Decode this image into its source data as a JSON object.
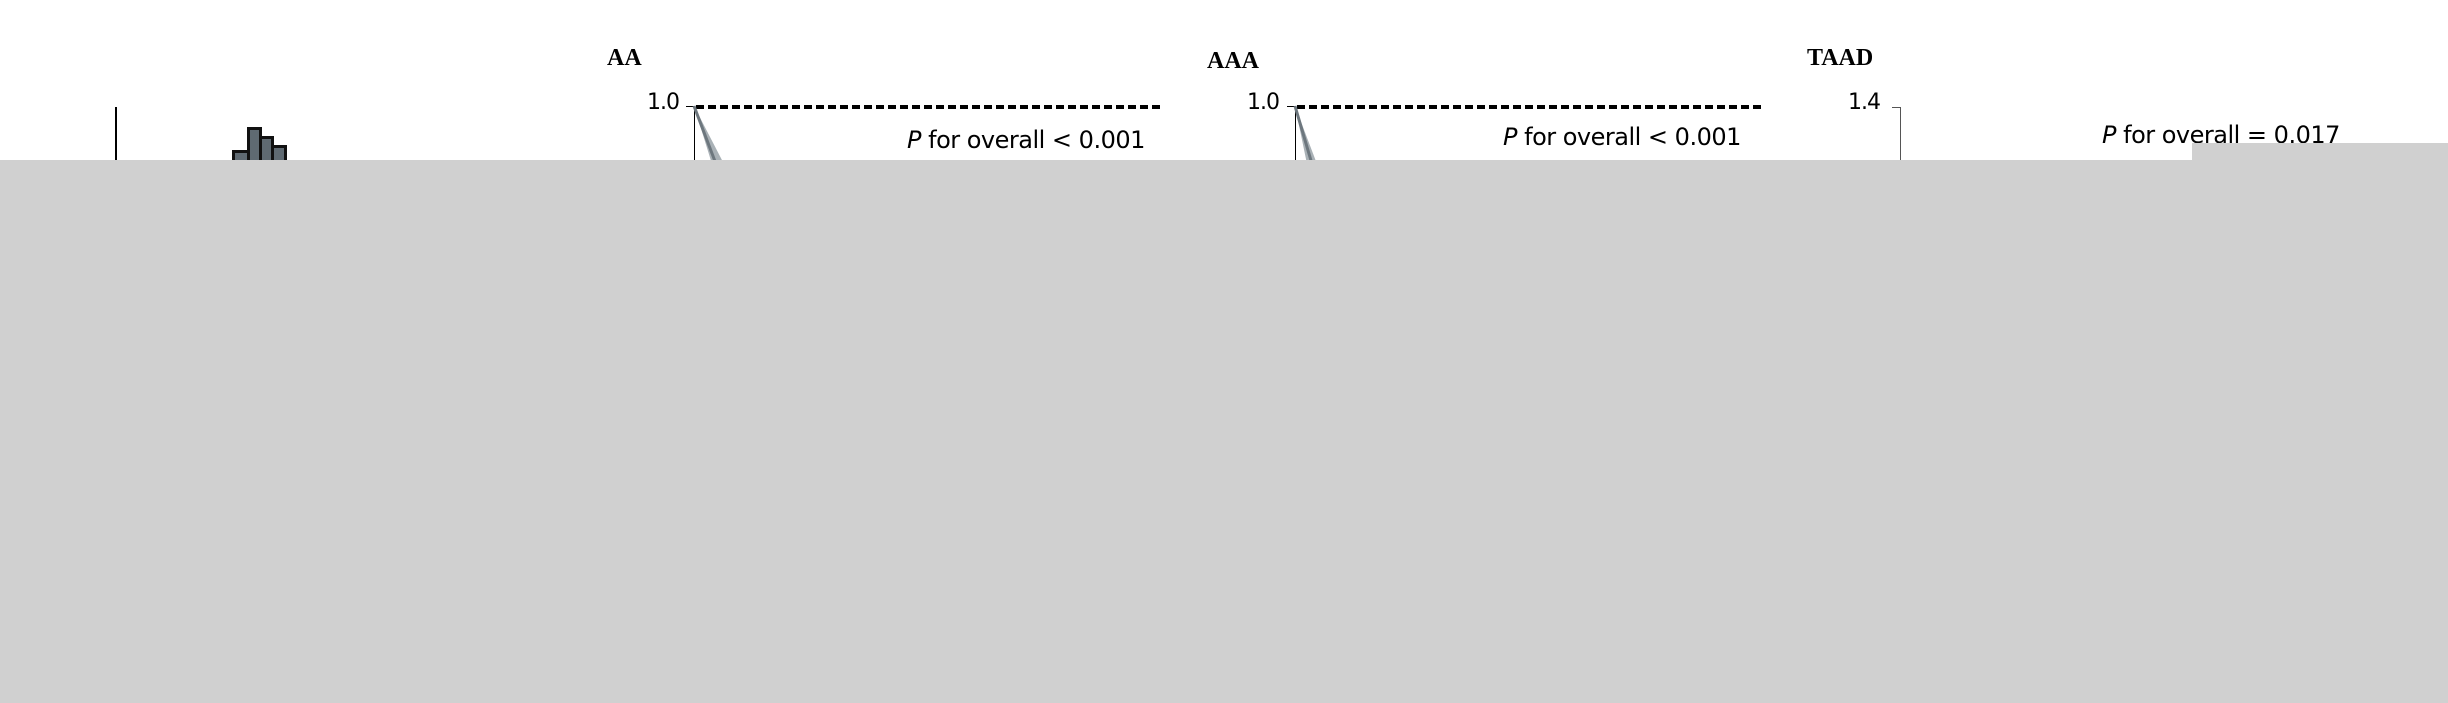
{
  "chart_data": [
    {
      "type": "bar",
      "title": "",
      "description": "Histogram panel (left), mostly occluded",
      "visible_bars": 4,
      "values": [],
      "xlabel": "",
      "ylabel": ""
    },
    {
      "type": "line",
      "title": "AA",
      "ytick_top": "1.0",
      "reference_line": 1.0,
      "reference_line_style": "dashed",
      "annotation": {
        "italic": "P",
        "text": " for overall < 0.001"
      },
      "series": [],
      "xlabel": "",
      "ylabel": ""
    },
    {
      "type": "line",
      "title": "AAA",
      "ytick_top": "1.0",
      "reference_line": 1.0,
      "reference_line_style": "dashed",
      "annotation": {
        "italic": "P",
        "text": " for overall < 0.001"
      },
      "series": [],
      "xlabel": "",
      "ylabel": ""
    },
    {
      "type": "line",
      "title": "TAAD",
      "ytick_top": "1.4",
      "annotation": {
        "italic": "P",
        "text": " for overall = 0.017"
      },
      "series": [],
      "xlabel": "",
      "ylabel": ""
    }
  ],
  "panels": {
    "aa": {
      "title": "AA",
      "tick": "1.0",
      "p_italic": "P",
      "p_text": " for overall < 0.001"
    },
    "aaa": {
      "title": "AAA",
      "tick": "1.0",
      "p_italic": "P",
      "p_text": " for overall < 0.001"
    },
    "taad": {
      "title": "TAAD",
      "tick": "1.4",
      "p_italic": "P",
      "p_text": " for overall = 0.017"
    }
  },
  "colors": {
    "occluder": "#d0d0d0",
    "bar_fill": "#5f6a72",
    "ci_band": "#a9b1b6",
    "line": "#000000"
  }
}
